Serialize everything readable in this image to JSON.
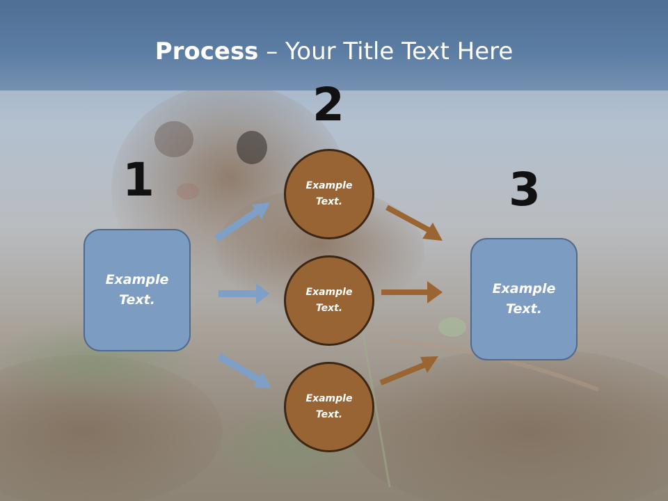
{
  "header": {
    "title_bold": "Process",
    "title_rest": " – Your Title Text Here"
  },
  "steps": {
    "one": "1",
    "two": "2",
    "three": "3"
  },
  "nodes": {
    "left_box": "Example\nText.",
    "circle_top": "Example\nText.",
    "circle_middle": "Example\nText.",
    "circle_bottom": "Example\nText.",
    "right_box": "Example\nText."
  },
  "colors": {
    "header": "#5d7ea4",
    "box_fill": "#7c9cc2",
    "box_border": "#4f6a8c",
    "circle_fill": "#996433",
    "circle_border": "#3d2714",
    "blue_arrow": "#7ea0c7",
    "brown_arrow": "#9a6532"
  }
}
